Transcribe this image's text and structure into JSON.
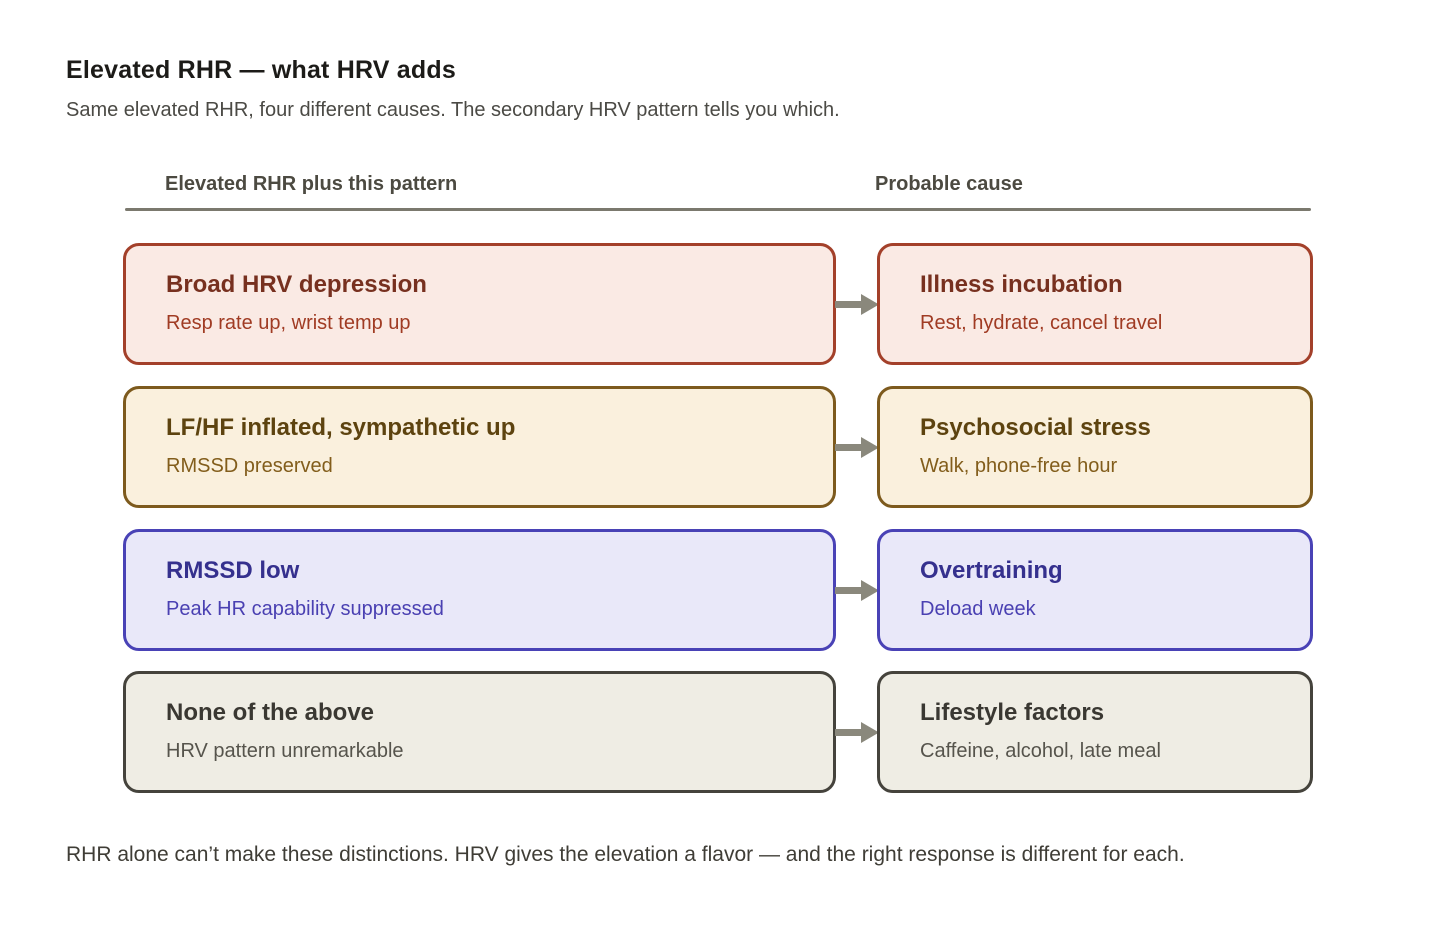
{
  "page": {
    "title": "Elevated RHR — what HRV adds",
    "subtitle": "Same elevated RHR, four different causes. The secondary HRV pattern tells you which.",
    "footer": "RHR alone can’t make these distinctions. HRV gives the elevation a flavor — and the right response is different for each."
  },
  "columns": {
    "pattern_header": "Elevated RHR plus this pattern",
    "cause_header": "Probable cause"
  },
  "rows": [
    {
      "theme": "red",
      "pattern": {
        "title": "Broad HRV depression",
        "detail": "Resp rate up, wrist temp up"
      },
      "cause": {
        "title": "Illness incubation",
        "detail": "Rest, hydrate, cancel travel"
      }
    },
    {
      "theme": "amber",
      "pattern": {
        "title": "LF/HF inflated, sympathetic up",
        "detail": "RMSSD preserved"
      },
      "cause": {
        "title": "Psychosocial stress",
        "detail": "Walk, phone-free hour"
      }
    },
    {
      "theme": "indigo",
      "pattern": {
        "title": "RMSSD low",
        "detail": "Peak HR capability suppressed"
      },
      "cause": {
        "title": "Overtraining",
        "detail": "Deload week"
      }
    },
    {
      "theme": "neutral",
      "pattern": {
        "title": "None of the above",
        "detail": "HRV pattern unremarkable"
      },
      "cause": {
        "title": "Lifestyle factors",
        "detail": "Caffeine, alcohol, late meal"
      }
    }
  ],
  "colors": {
    "red": {
      "bg": "#faeae4",
      "border": "#a3402a",
      "title": "#77301f",
      "detail": "#a03b23"
    },
    "amber": {
      "bg": "#faf0dd",
      "border": "#7d5a1d",
      "title": "#5d430f",
      "detail": "#825d1b"
    },
    "indigo": {
      "bg": "#e9e8f9",
      "border": "#4942b6",
      "title": "#35308e",
      "detail": "#4a40b2"
    },
    "neutral": {
      "bg": "#efede4",
      "border": "#45433c",
      "title": "#3a3832",
      "detail": "#56544c"
    },
    "arrow": "#8a887c",
    "rule": "#7b796e"
  }
}
